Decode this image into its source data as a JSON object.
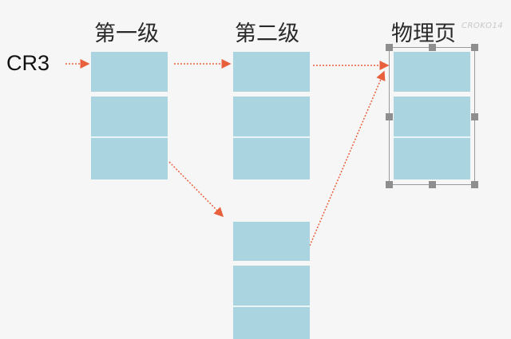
{
  "labels": {
    "level1": "第一级",
    "level2": "第二级",
    "physical": "物理页",
    "cr3": "CR3",
    "watermark": "CROKO14"
  },
  "colors": {
    "block_fill": "#a9d4e0",
    "arrow": "#e8603c",
    "handle": "#8e8e8e"
  }
}
